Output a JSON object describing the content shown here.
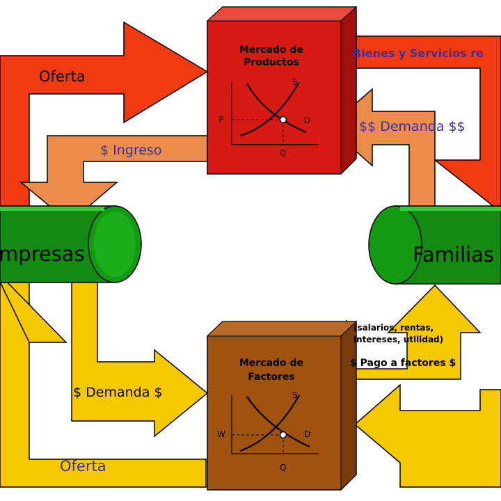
{
  "colors": {
    "red": "#f03a12",
    "orange": "#ec8c4a",
    "yellow": "#f5c800",
    "green": "#1a8f16",
    "products_box": "#d81a14",
    "factors_box": "#a0520f",
    "label_blue": "#3d2fa0"
  },
  "products_market": {
    "title_line1": "Mercado de",
    "title_line2": "Productos",
    "curve_s": "S",
    "curve_d": "D",
    "axis_price": "P",
    "axis_qty": "Q"
  },
  "factors_market": {
    "title_line1": "Mercado de",
    "title_line2": "Factores",
    "curve_s": "S",
    "curve_d": "D",
    "axis_wage": "W",
    "axis_qty": "Q"
  },
  "nodes": {
    "firms": "mpresas",
    "households": "Familias"
  },
  "flows": {
    "top_supply": "Oferta",
    "real_goods": "Bienes y Servicios re",
    "demand_money": "$$ Demanda $$",
    "income": "$ Ingreso",
    "factor_demand": "$ Demanda $",
    "bottom_supply": "Oferta",
    "factor_payment_note_1": "(salarios, rentas,",
    "factor_payment_note_2": "intereses, utilidad)",
    "factor_payment": "$ Pago a factores $"
  }
}
